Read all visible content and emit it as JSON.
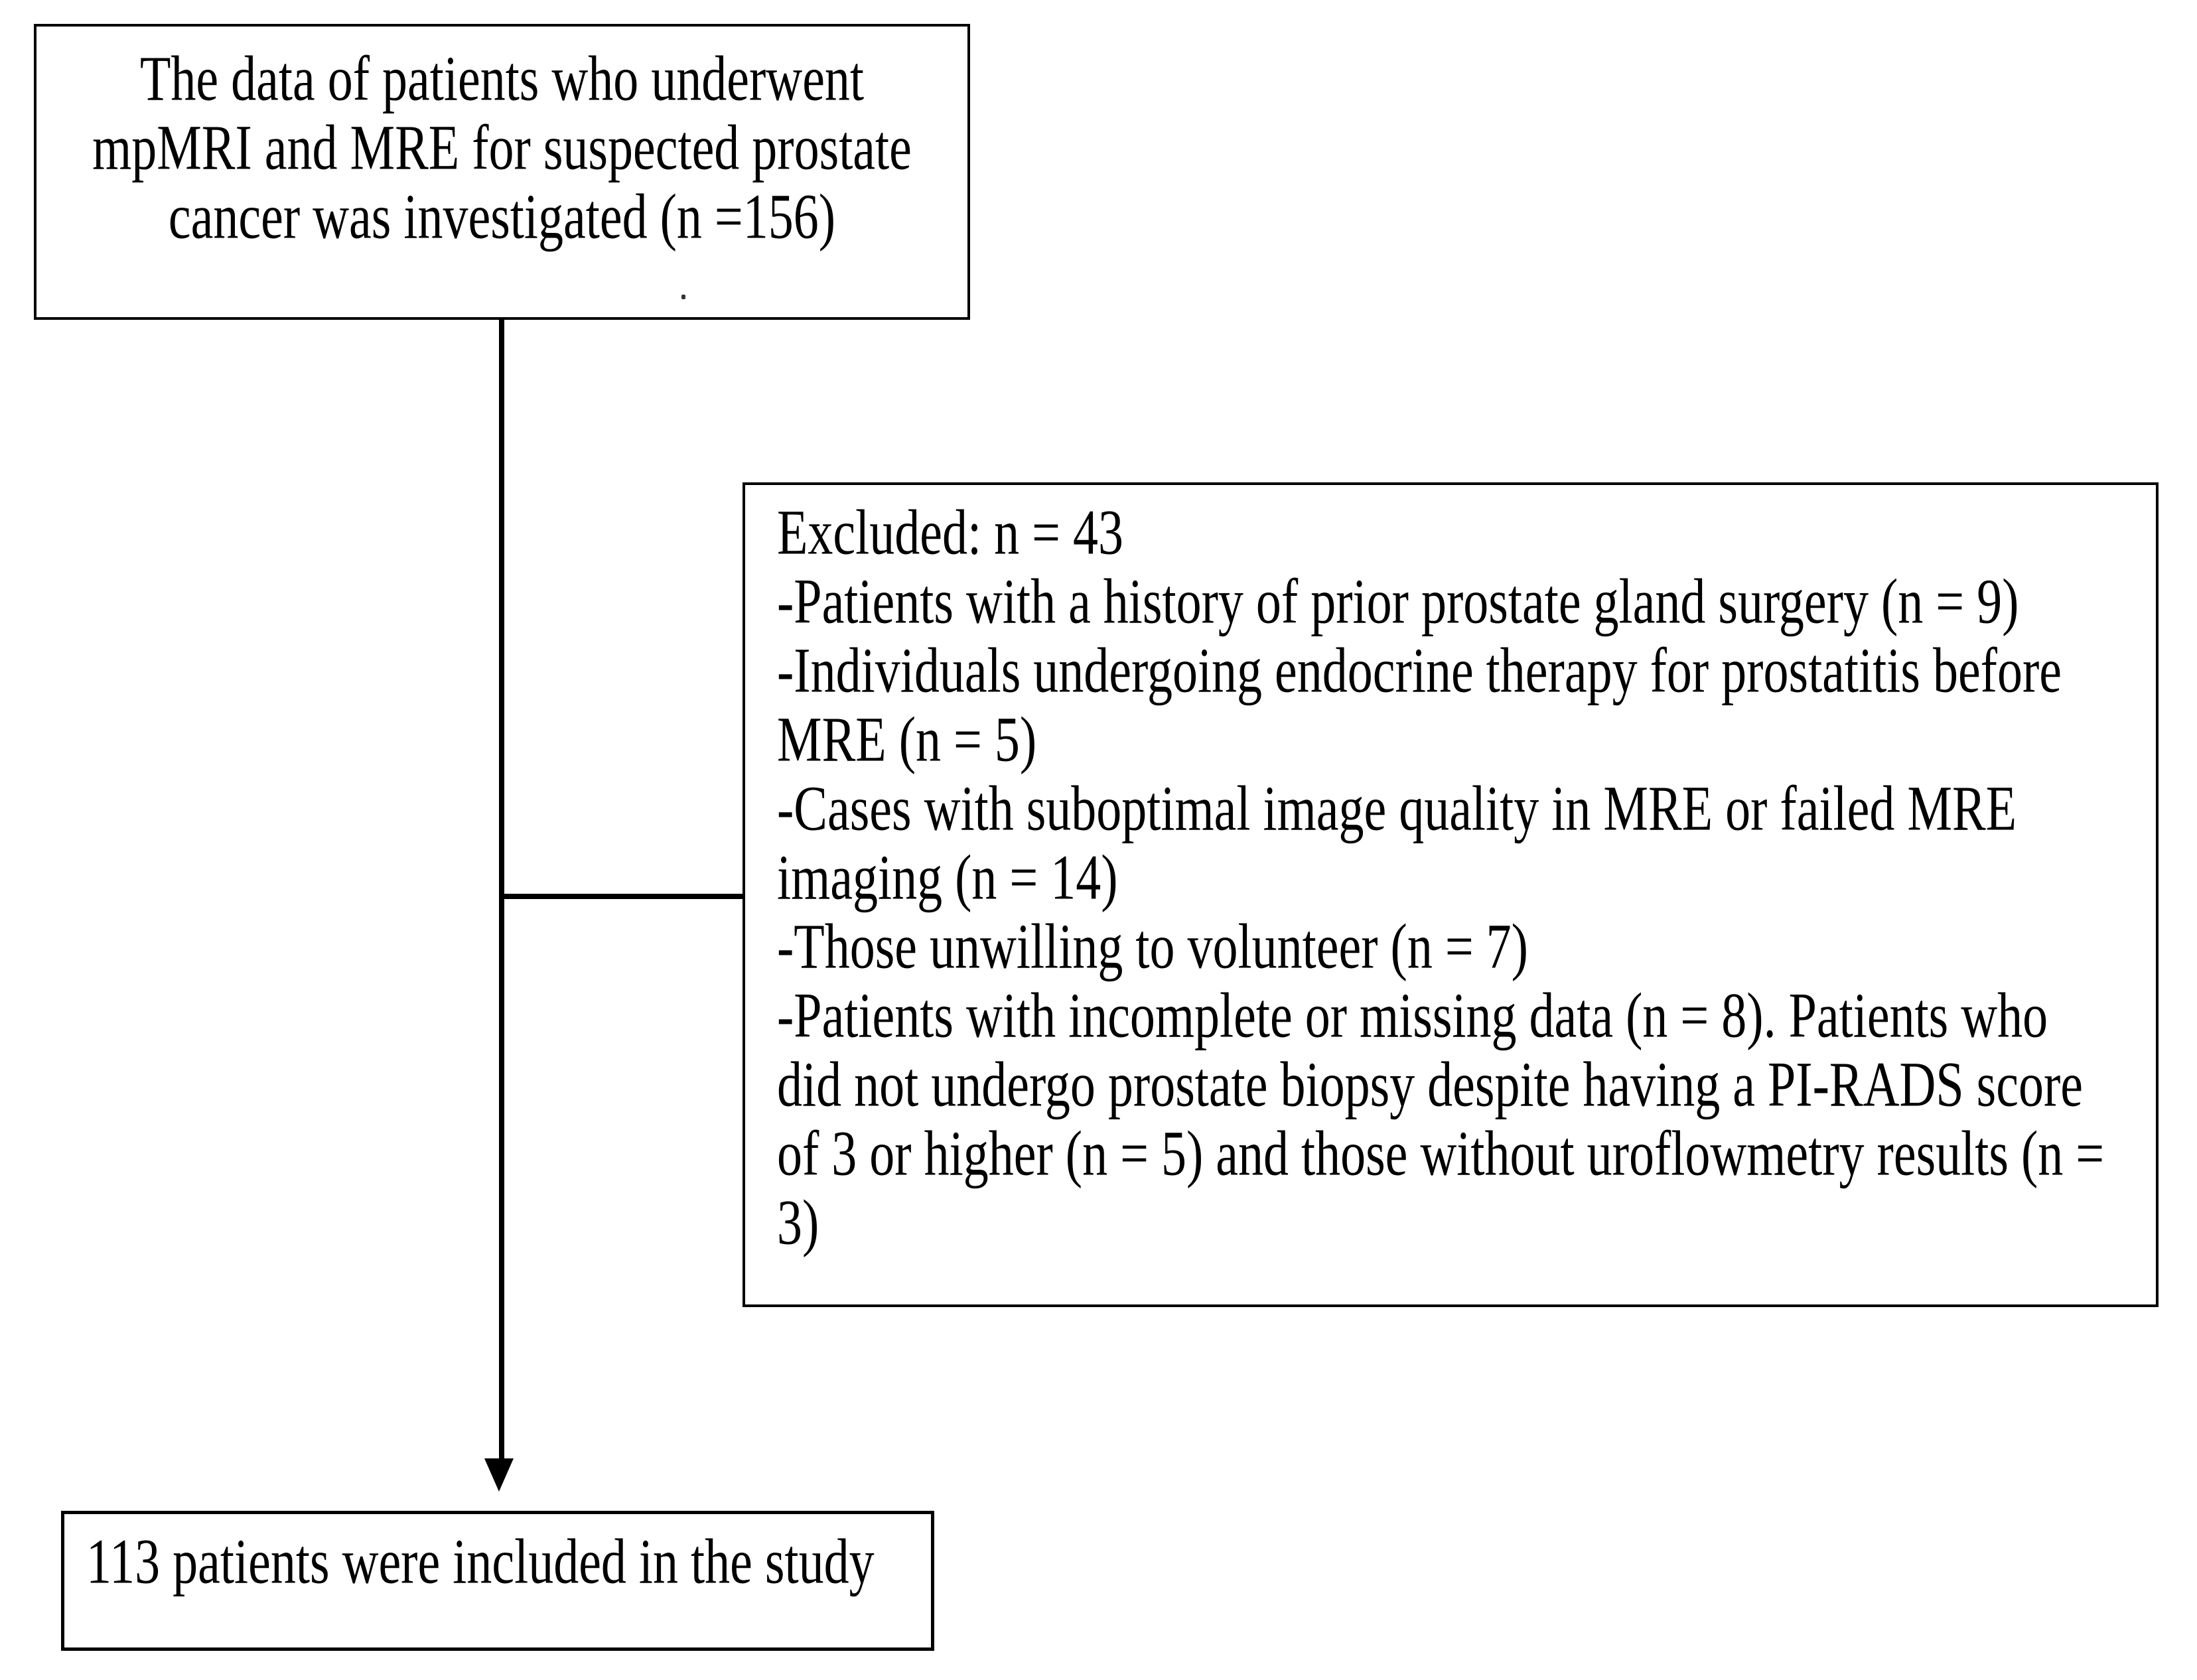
{
  "figure": {
    "type": "patient-flow-diagram",
    "background_color": "#ffffff",
    "line_color": "#000000",
    "boxes": {
      "investigated": {
        "lines": [
          "The data of patients who underwent",
          "mpMRI and MRE for suspected prostate",
          "cancer was investigated (n =156)"
        ],
        "n": 156
      },
      "excluded": {
        "lines": [
          "Excluded: n = 43",
          "-Patients with a history of prior prostate gland surgery (n = 9)",
          "-Individuals undergoing endocrine therapy for prostatitis before",
          "MRE (n = 5)",
          "-Cases with suboptimal image quality in MRE or failed MRE",
          "imaging (n = 14)",
          "-Those unwilling to volunteer (n = 7)",
          "-Patients with incomplete or missing data (n = 8). Patients who",
          "did not undergo prostate biopsy despite having a PI-RADS score",
          "of 3 or higher (n = 5) and those without uroflowmetry results (n =",
          "3)"
        ],
        "n": 43
      },
      "included": {
        "lines": [
          "113 patients were included in the study"
        ],
        "n": 113
      }
    }
  }
}
